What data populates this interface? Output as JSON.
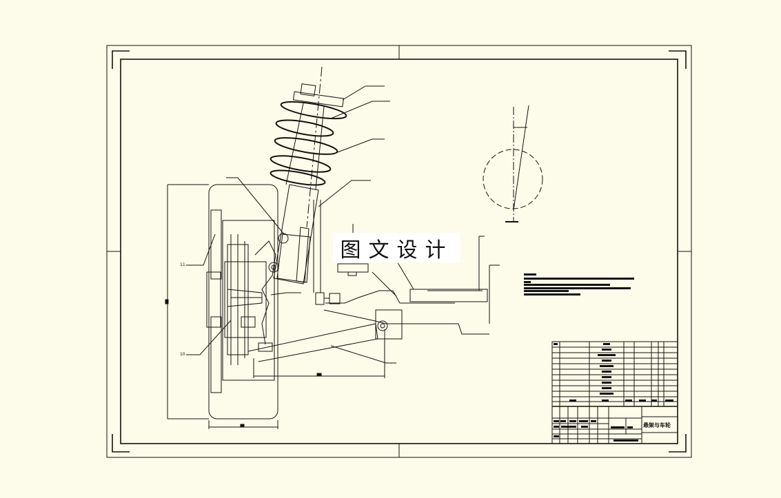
{
  "watermark": "图文设计",
  "title_block": {
    "title": "悬架与车轮"
  },
  "part_labels": [
    "11",
    "10"
  ],
  "colors": {
    "paper": "#fdfbe9",
    "ink": "#111111"
  }
}
